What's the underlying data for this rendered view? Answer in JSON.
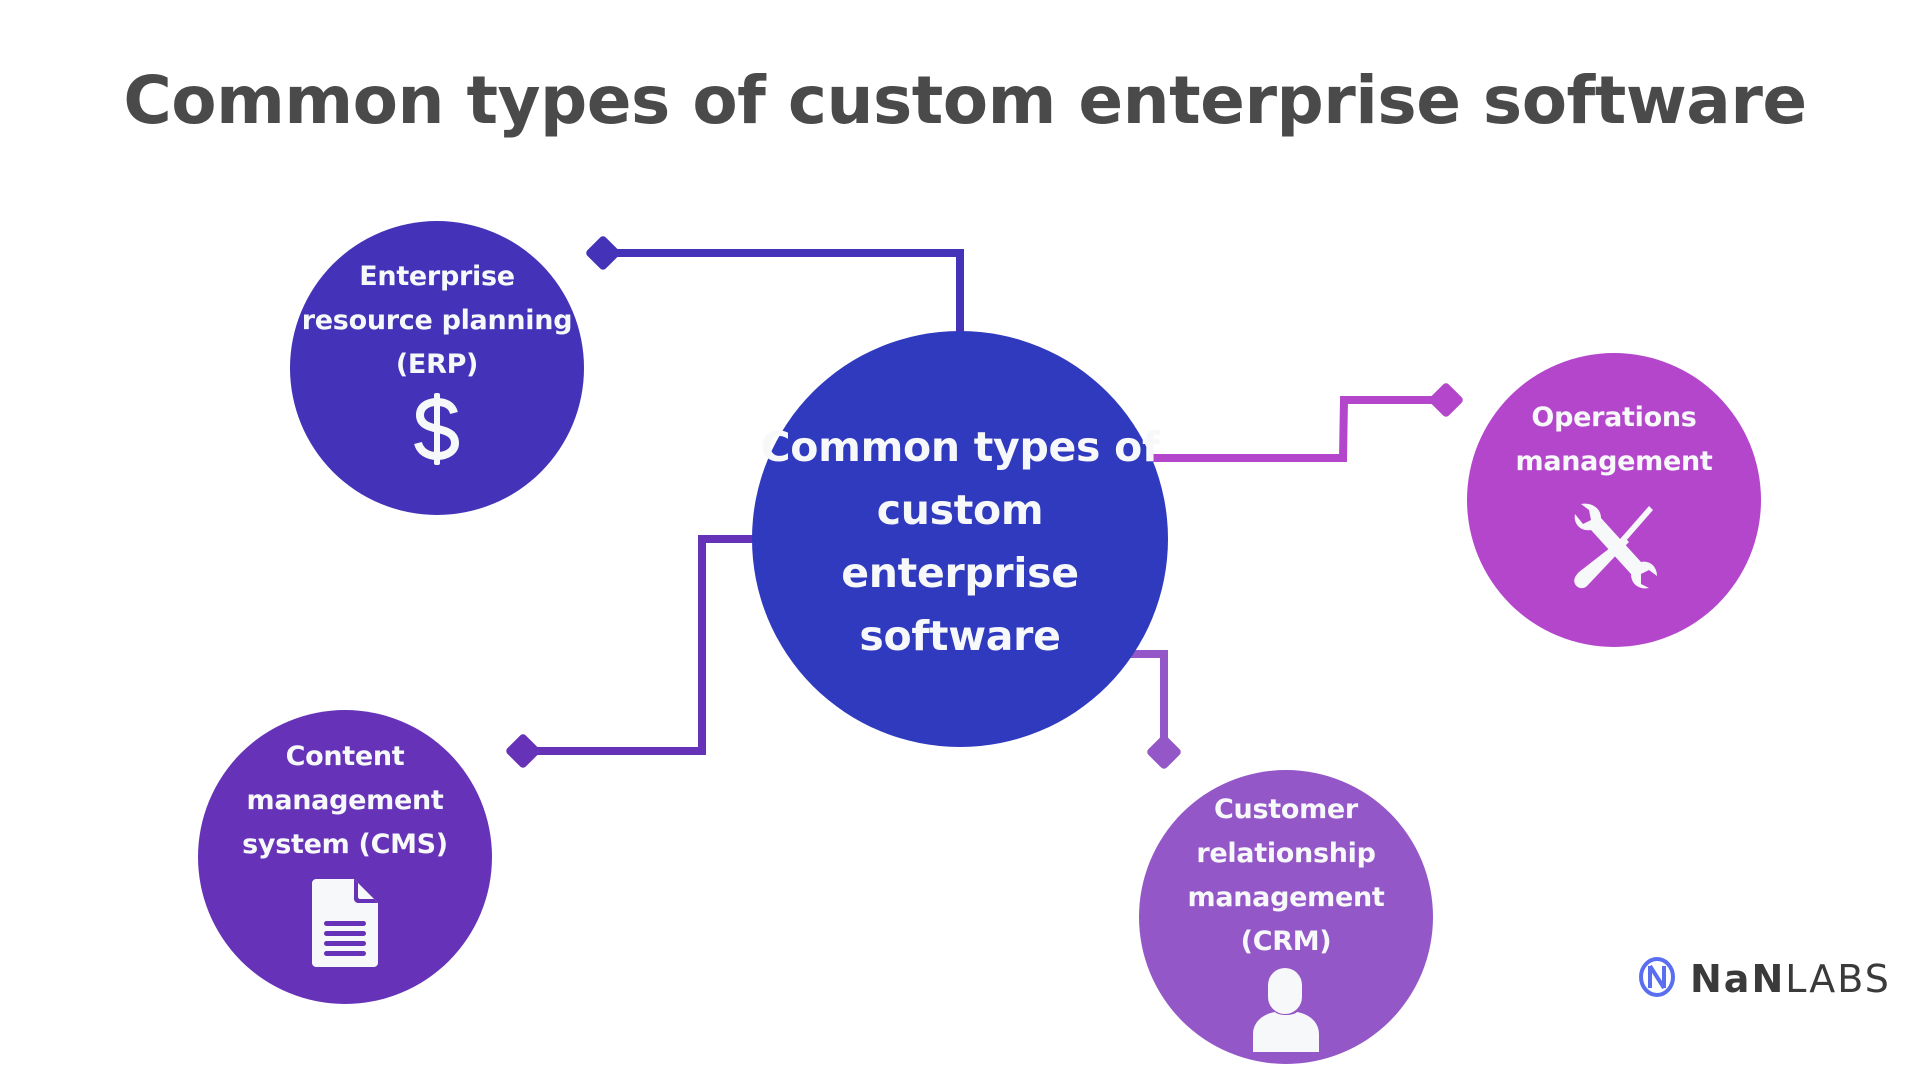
{
  "title": "Common types of custom enterprise software",
  "center": {
    "label": "Common types of\ncustom enterprise\nsoftware",
    "color": "#303abf"
  },
  "nodes": {
    "erp": {
      "label": "Enterprise\nresource planning\n(ERP)",
      "icon": "dollar-icon",
      "color": "#4432b8"
    },
    "ops": {
      "label": "Operations\nmanagement",
      "icon": "tools-icon",
      "color": "#b446cc"
    },
    "cms": {
      "label": "Content\nmanagement\nsystem (CMS)",
      "icon": "document-icon",
      "color": "#6633b8"
    },
    "crm": {
      "label": "Customer\nrelationship\nmanagement\n(CRM)",
      "icon": "user-icon",
      "color": "#9457c8"
    }
  },
  "logo": {
    "bold": "NaN",
    "light": "LABS",
    "icon_color": "#5a6ef0"
  }
}
